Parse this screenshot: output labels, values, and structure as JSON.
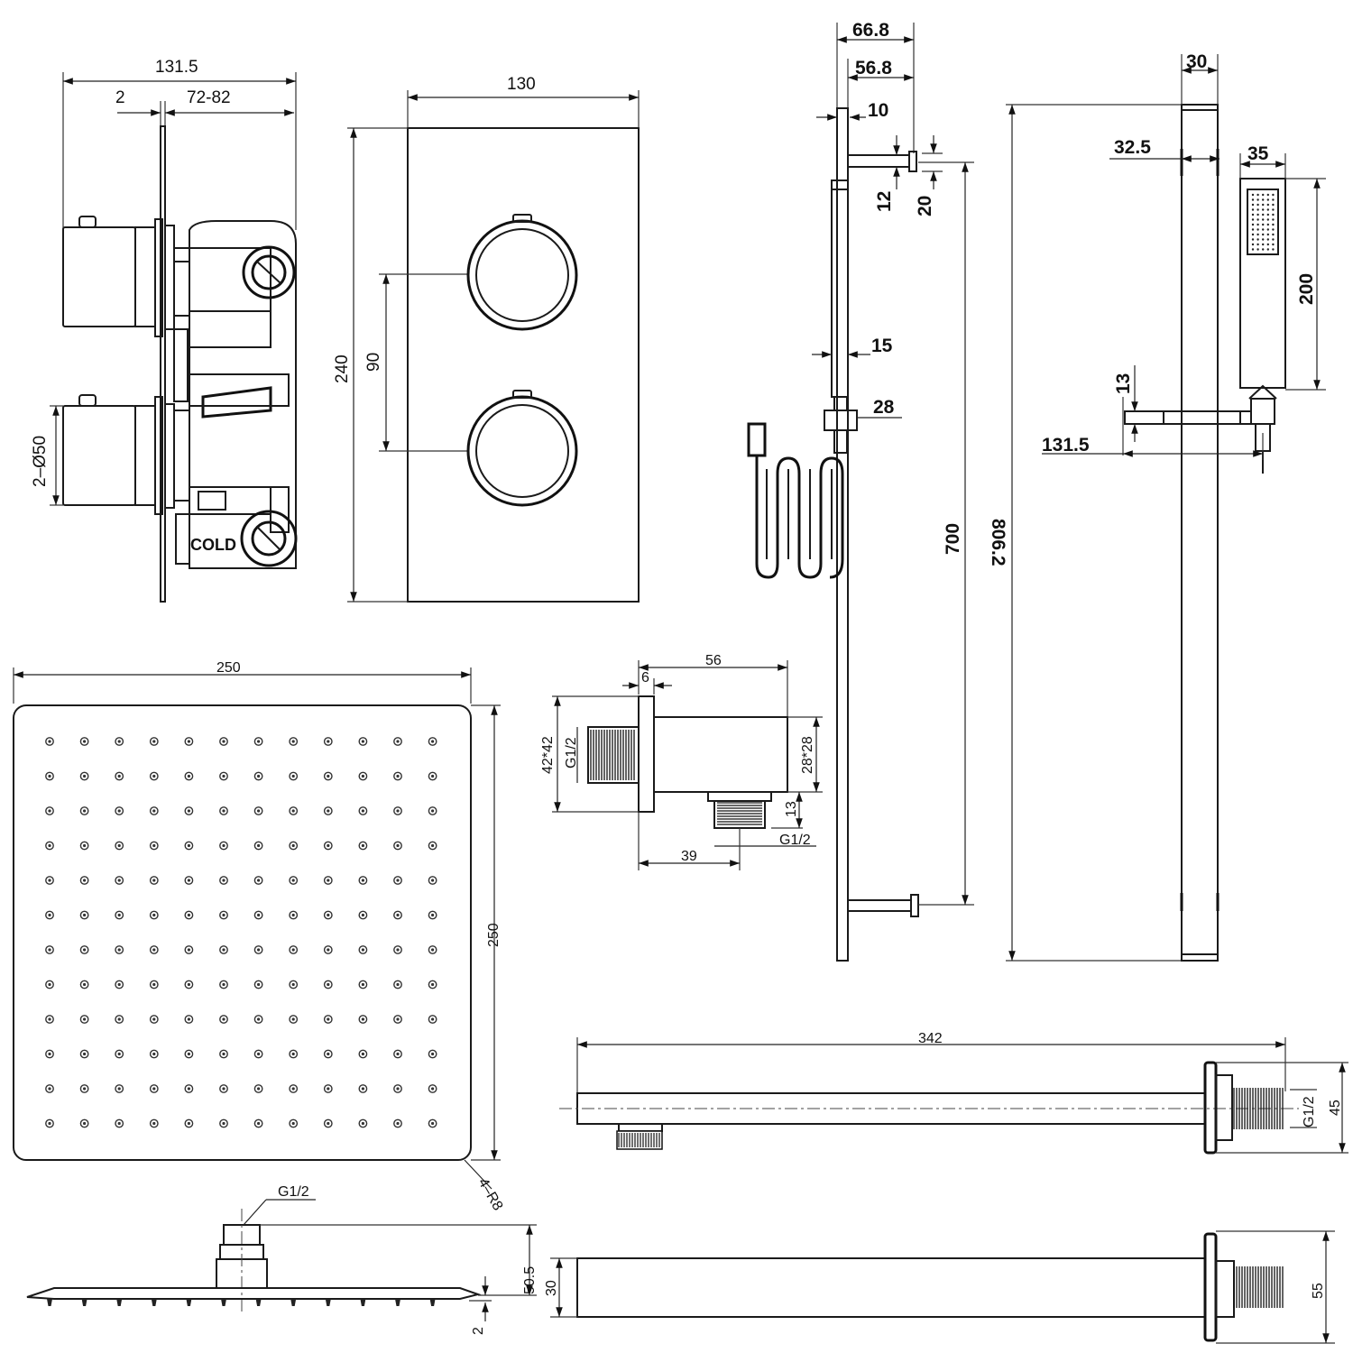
{
  "drawing": {
    "valve_side": {
      "overall": "131.5",
      "gap": "2",
      "depth": "72-82",
      "knob_dia": "2–Ø50",
      "cold_label": "COLD"
    },
    "valve_front": {
      "width": "130",
      "height": "240",
      "spacing": "90"
    },
    "slide_rail": {
      "top_66_8": "66.8",
      "top_56_8": "56.8",
      "top_10": "10",
      "top_12": "12",
      "top_20": "20",
      "d15": "15",
      "d28": "28",
      "d700": "700",
      "d806_2": "806.2",
      "d30": "30",
      "d32_5": "32.5",
      "d35": "35",
      "d200": "200",
      "d13": "13",
      "d131_5": "131.5"
    },
    "wall_outlet": {
      "d56": "56",
      "d6": "6",
      "thread_side": "G1/2",
      "plate": "42*42",
      "body": "28*28",
      "d13": "13",
      "thread_bottom": "G1/2",
      "d39": "39"
    },
    "rain_head": {
      "width": "250",
      "height": "250",
      "radius": "4–R8",
      "thread": "G1/2",
      "height_total": "50.5",
      "thickness": "2",
      "nozzle_rows": 12,
      "nozzle_cols": 12
    },
    "arm": {
      "length": "342",
      "thread": "G1/2",
      "plate": "45",
      "section": "30",
      "plate_bottom": "55"
    }
  }
}
